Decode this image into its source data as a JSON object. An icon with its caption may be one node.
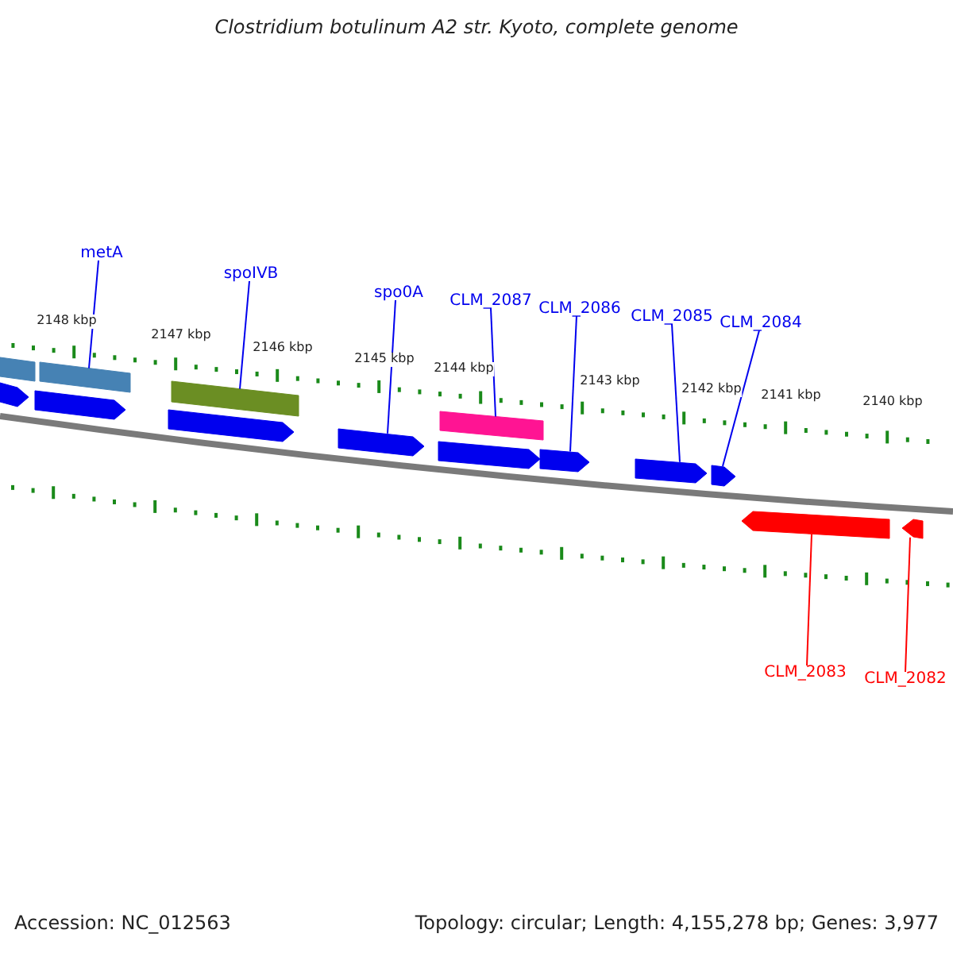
{
  "diagram": {
    "title": "Clostridium botulinum A2 str. Kyoto, complete genome",
    "nodes": [
      {
        "text": [
          "metA"
        ]
      },
      {
        "text": [
          "spoIVB"
        ]
      },
      {
        "text": [
          "spo0A"
        ]
      },
      {
        "text": [
          "CLM_2087"
        ]
      },
      {
        "text": [
          "CLM_2086"
        ]
      },
      {
        "text": [
          "CLM_2085"
        ]
      },
      {
        "text": [
          "CLM_2084"
        ]
      },
      {
        "text": [
          "CLM_2083"
        ]
      },
      {
        "text": [
          "CLM_2082"
        ]
      },
      {
        "text": [],
        "shape": "bar"
      },
      {
        "text": [],
        "shape": "arrow"
      },
      {
        "text": [],
        "shape": "arrow"
      },
      {
        "text": [],
        "shape": "bar"
      },
      {
        "text": [],
        "shape": "arrow"
      },
      {
        "text": [],
        "shape": "bar"
      },
      {
        "text": [],
        "shape": "arrow"
      },
      {
        "text": [],
        "shape": "arrow"
      },
      {
        "text": [],
        "shape": "bar"
      },
      {
        "text": [],
        "shape": "arrow"
      },
      {
        "text": [],
        "shape": "arrow"
      },
      {
        "text": [],
        "shape": "arrow"
      },
      {
        "text": [],
        "shape": "arrow"
      },
      {
        "text": [],
        "shape": "arrow"
      }
    ],
    "edges": [
      {
        "from": 0,
        "to": 12,
        "arrow": "none"
      },
      {
        "from": 1,
        "to": 14,
        "arrow": "none"
      },
      {
        "from": 2,
        "to": 15,
        "arrow": "none"
      },
      {
        "from": 3,
        "to": 17,
        "arrow": "none"
      },
      {
        "from": 4,
        "to": 18,
        "arrow": "none"
      },
      {
        "from": 5,
        "to": 19,
        "arrow": "none"
      },
      {
        "from": 6,
        "to": 20,
        "arrow": "none"
      },
      {
        "from": 7,
        "to": 21,
        "arrow": "none",
        "color": "#ff0000"
      },
      {
        "from": 8,
        "to": 22,
        "arrow": "none",
        "color": "#ff0000"
      }
    ],
    "labels": [
      "2148 kbp",
      "2147 kbp",
      "2146 kbp",
      "2145 kbp",
      "2144 kbp",
      "2143 kbp",
      "2142 kbp",
      "2141 kbp",
      "2140 kbp",
      "Accession: NC_012563",
      "Topology: circular; Length: 4,155,278 bp; Genes: 3,977"
    ]
  }
}
